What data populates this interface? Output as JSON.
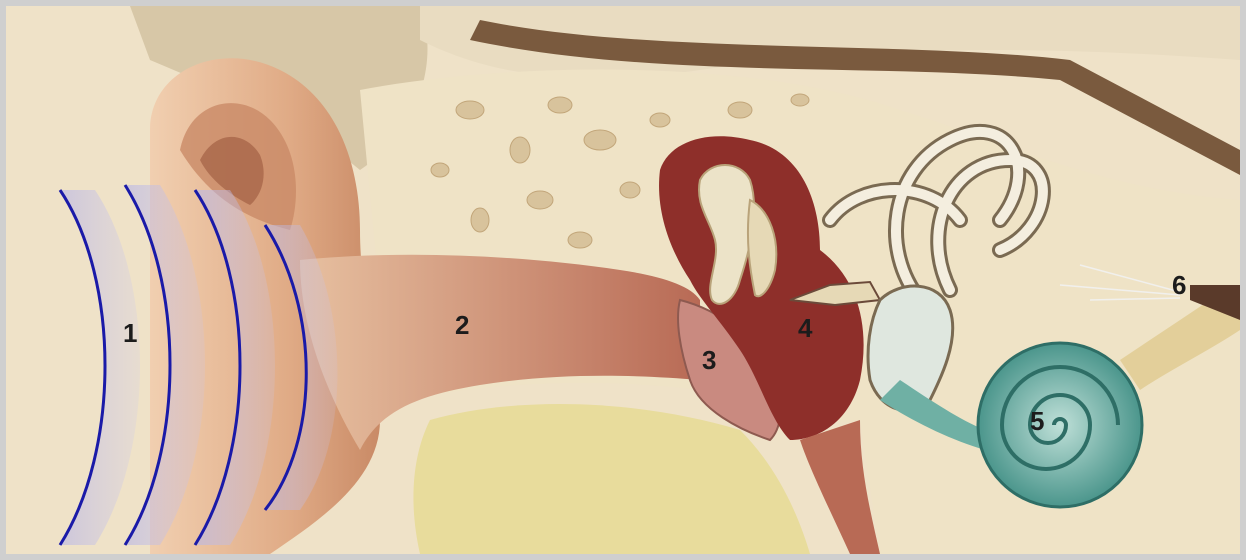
{
  "labels": {
    "outer_ear": "1",
    "ear_canal": "2",
    "eardrum": "3",
    "ossicles": "4",
    "cochlea": "5",
    "auditory_nerve": "6"
  },
  "colors": {
    "sound_wave": "#1a1aa8",
    "skin": "#e6b894",
    "bone": "#efe3c6",
    "middle_ear": "#8e2f2a",
    "cochlea": "#6fb0a4",
    "fat": "#e8dc9c",
    "frame": "#cfcfcf"
  }
}
